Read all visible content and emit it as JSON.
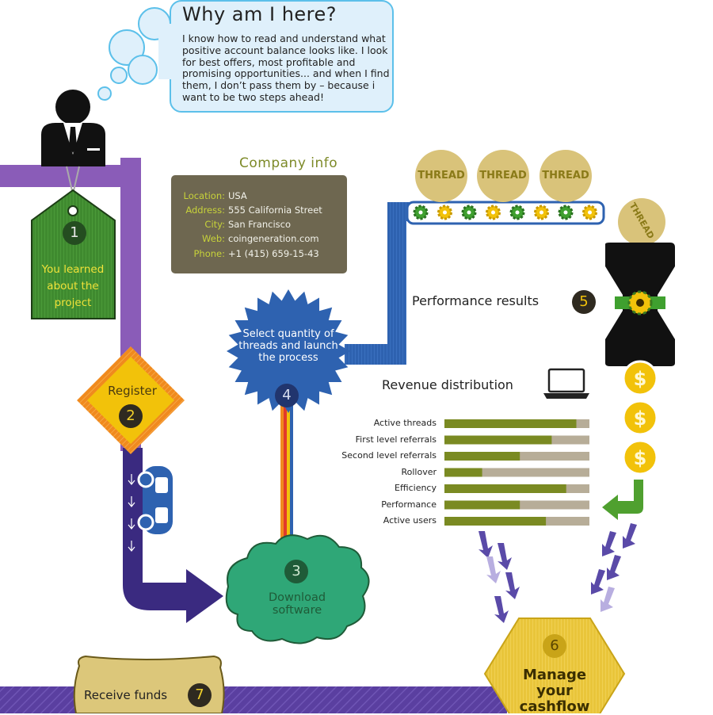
{
  "bubble": {
    "title": "Why am I here?",
    "body": "I know how to read and understand what positive account balance looks like. I look for best offers, most profitable and promising opportunities... and when I find them, I don’t pass them by – because i want to be two steps ahead!"
  },
  "company": {
    "title": "Company info",
    "rows": [
      {
        "label": "Location:",
        "value": "USA"
      },
      {
        "label": "Address:",
        "value": "555 California Street"
      },
      {
        "label": "City:",
        "value": "San Francisco"
      },
      {
        "label": "Web:",
        "value": "coingeneration.com"
      },
      {
        "label": "Phone:",
        "value": "+1 (415) 659-15-43"
      }
    ]
  },
  "steps": [
    {
      "number": "1",
      "label": "You learned about the project"
    },
    {
      "number": "2",
      "label": "Register"
    },
    {
      "number": "3",
      "label": "Download software"
    },
    {
      "number": "4",
      "label": "Select quantity of threads and launch the process"
    },
    {
      "number": "5",
      "label": "Performance results"
    },
    {
      "number": "6",
      "label": "Manage your cashflow"
    },
    {
      "number": "7",
      "label": "Receive funds"
    }
  ],
  "coins": {
    "label": "THREAD",
    "dollar": "$"
  },
  "revenue": {
    "title": "Revenue distribution",
    "bars": [
      {
        "label": "Active threads",
        "fraction": 0.91
      },
      {
        "label": "First level referrals",
        "fraction": 0.74
      },
      {
        "label": "Second level referrals",
        "fraction": 0.52
      },
      {
        "label": "Rollover",
        "fraction": 0.26
      },
      {
        "label": "Efficiency",
        "fraction": 0.84
      },
      {
        "label": "Performance",
        "fraction": 0.52
      },
      {
        "label": "Active users",
        "fraction": 0.7
      }
    ]
  },
  "colors": {
    "purple": "#8a5cb8",
    "dark_purple": "#3a2a80",
    "blue": "#2e62b0",
    "green_tag": "#3f8a2f",
    "yellow": "#f2c20a",
    "gold": "#e7c32a",
    "olive_bar": "#7a8a22",
    "bar_track": "#b7ad98",
    "company_bg": "#6e6750",
    "cloud": "#2fa777",
    "coin": "#d9c37a"
  }
}
